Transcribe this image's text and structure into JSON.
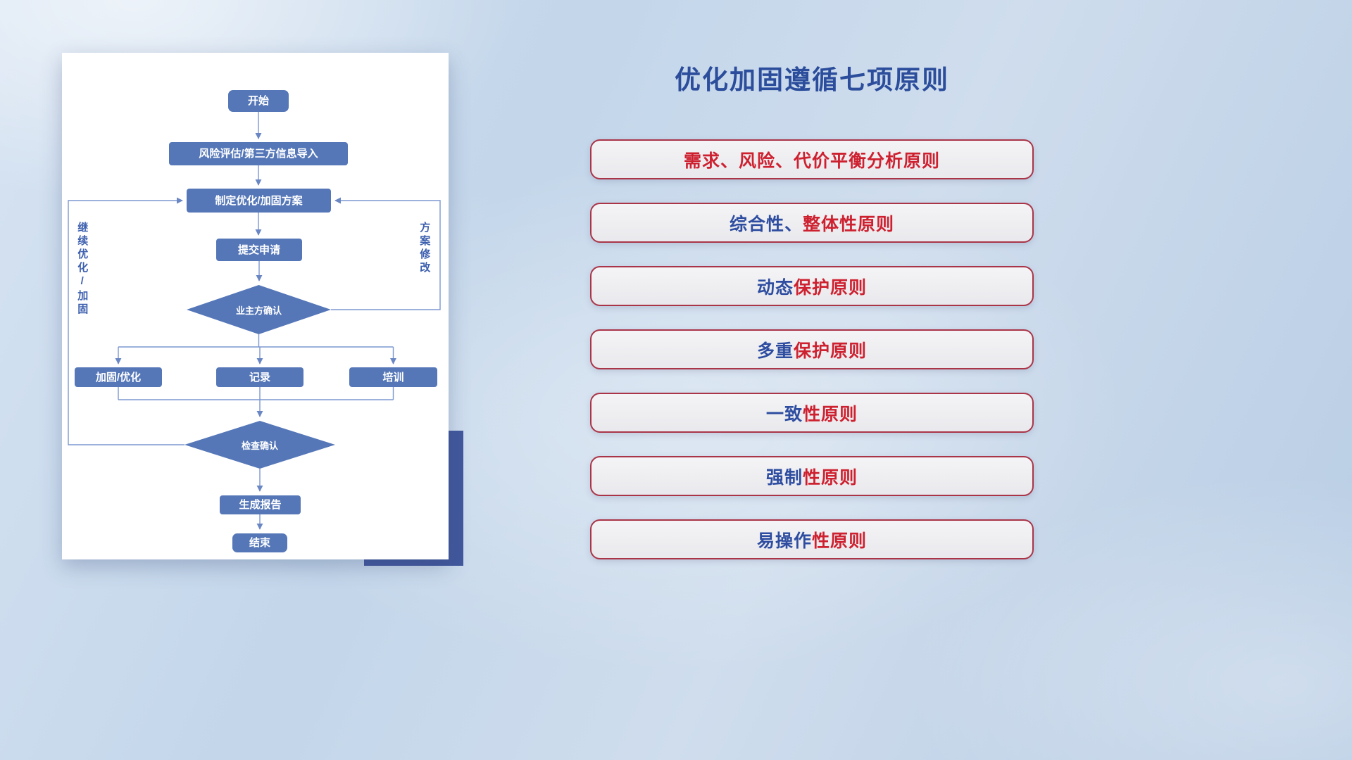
{
  "flowchart": {
    "nodes": {
      "start": "开始",
      "risk_import": "风险评估/第三方信息导入",
      "make_plan": "制定优化/加固方案",
      "submit": "提交申请",
      "owner_confirm": "业主方确认",
      "reinforce": "加固/优化",
      "record": "记录",
      "training": "培训",
      "check_confirm": "检查确认",
      "report": "生成报告",
      "end": "结束"
    },
    "loop_labels": {
      "left": "继续优化/加固",
      "right": "方案修改"
    }
  },
  "principles": {
    "title": "优化加固遵循七项原则",
    "items": [
      {
        "blue": "",
        "red": "需求、风险、代价平衡分析原则"
      },
      {
        "blue": "综合性、",
        "red": "整体性原则"
      },
      {
        "blue": "动态",
        "red": "保护原则"
      },
      {
        "blue": "多重",
        "red": "保护原则"
      },
      {
        "blue": "一致",
        "red": "性原则"
      },
      {
        "blue": "强制",
        "red": "性原则"
      },
      {
        "blue": "易操作",
        "red": "性原则"
      }
    ]
  },
  "colors": {
    "node_fill": "#5577b8",
    "connector_line": "#7b97cf",
    "title_blue": "#2b4d9b",
    "principle_blue": "#2e4da0",
    "principle_red": "#ce2130",
    "accent_block": "#42589d"
  }
}
